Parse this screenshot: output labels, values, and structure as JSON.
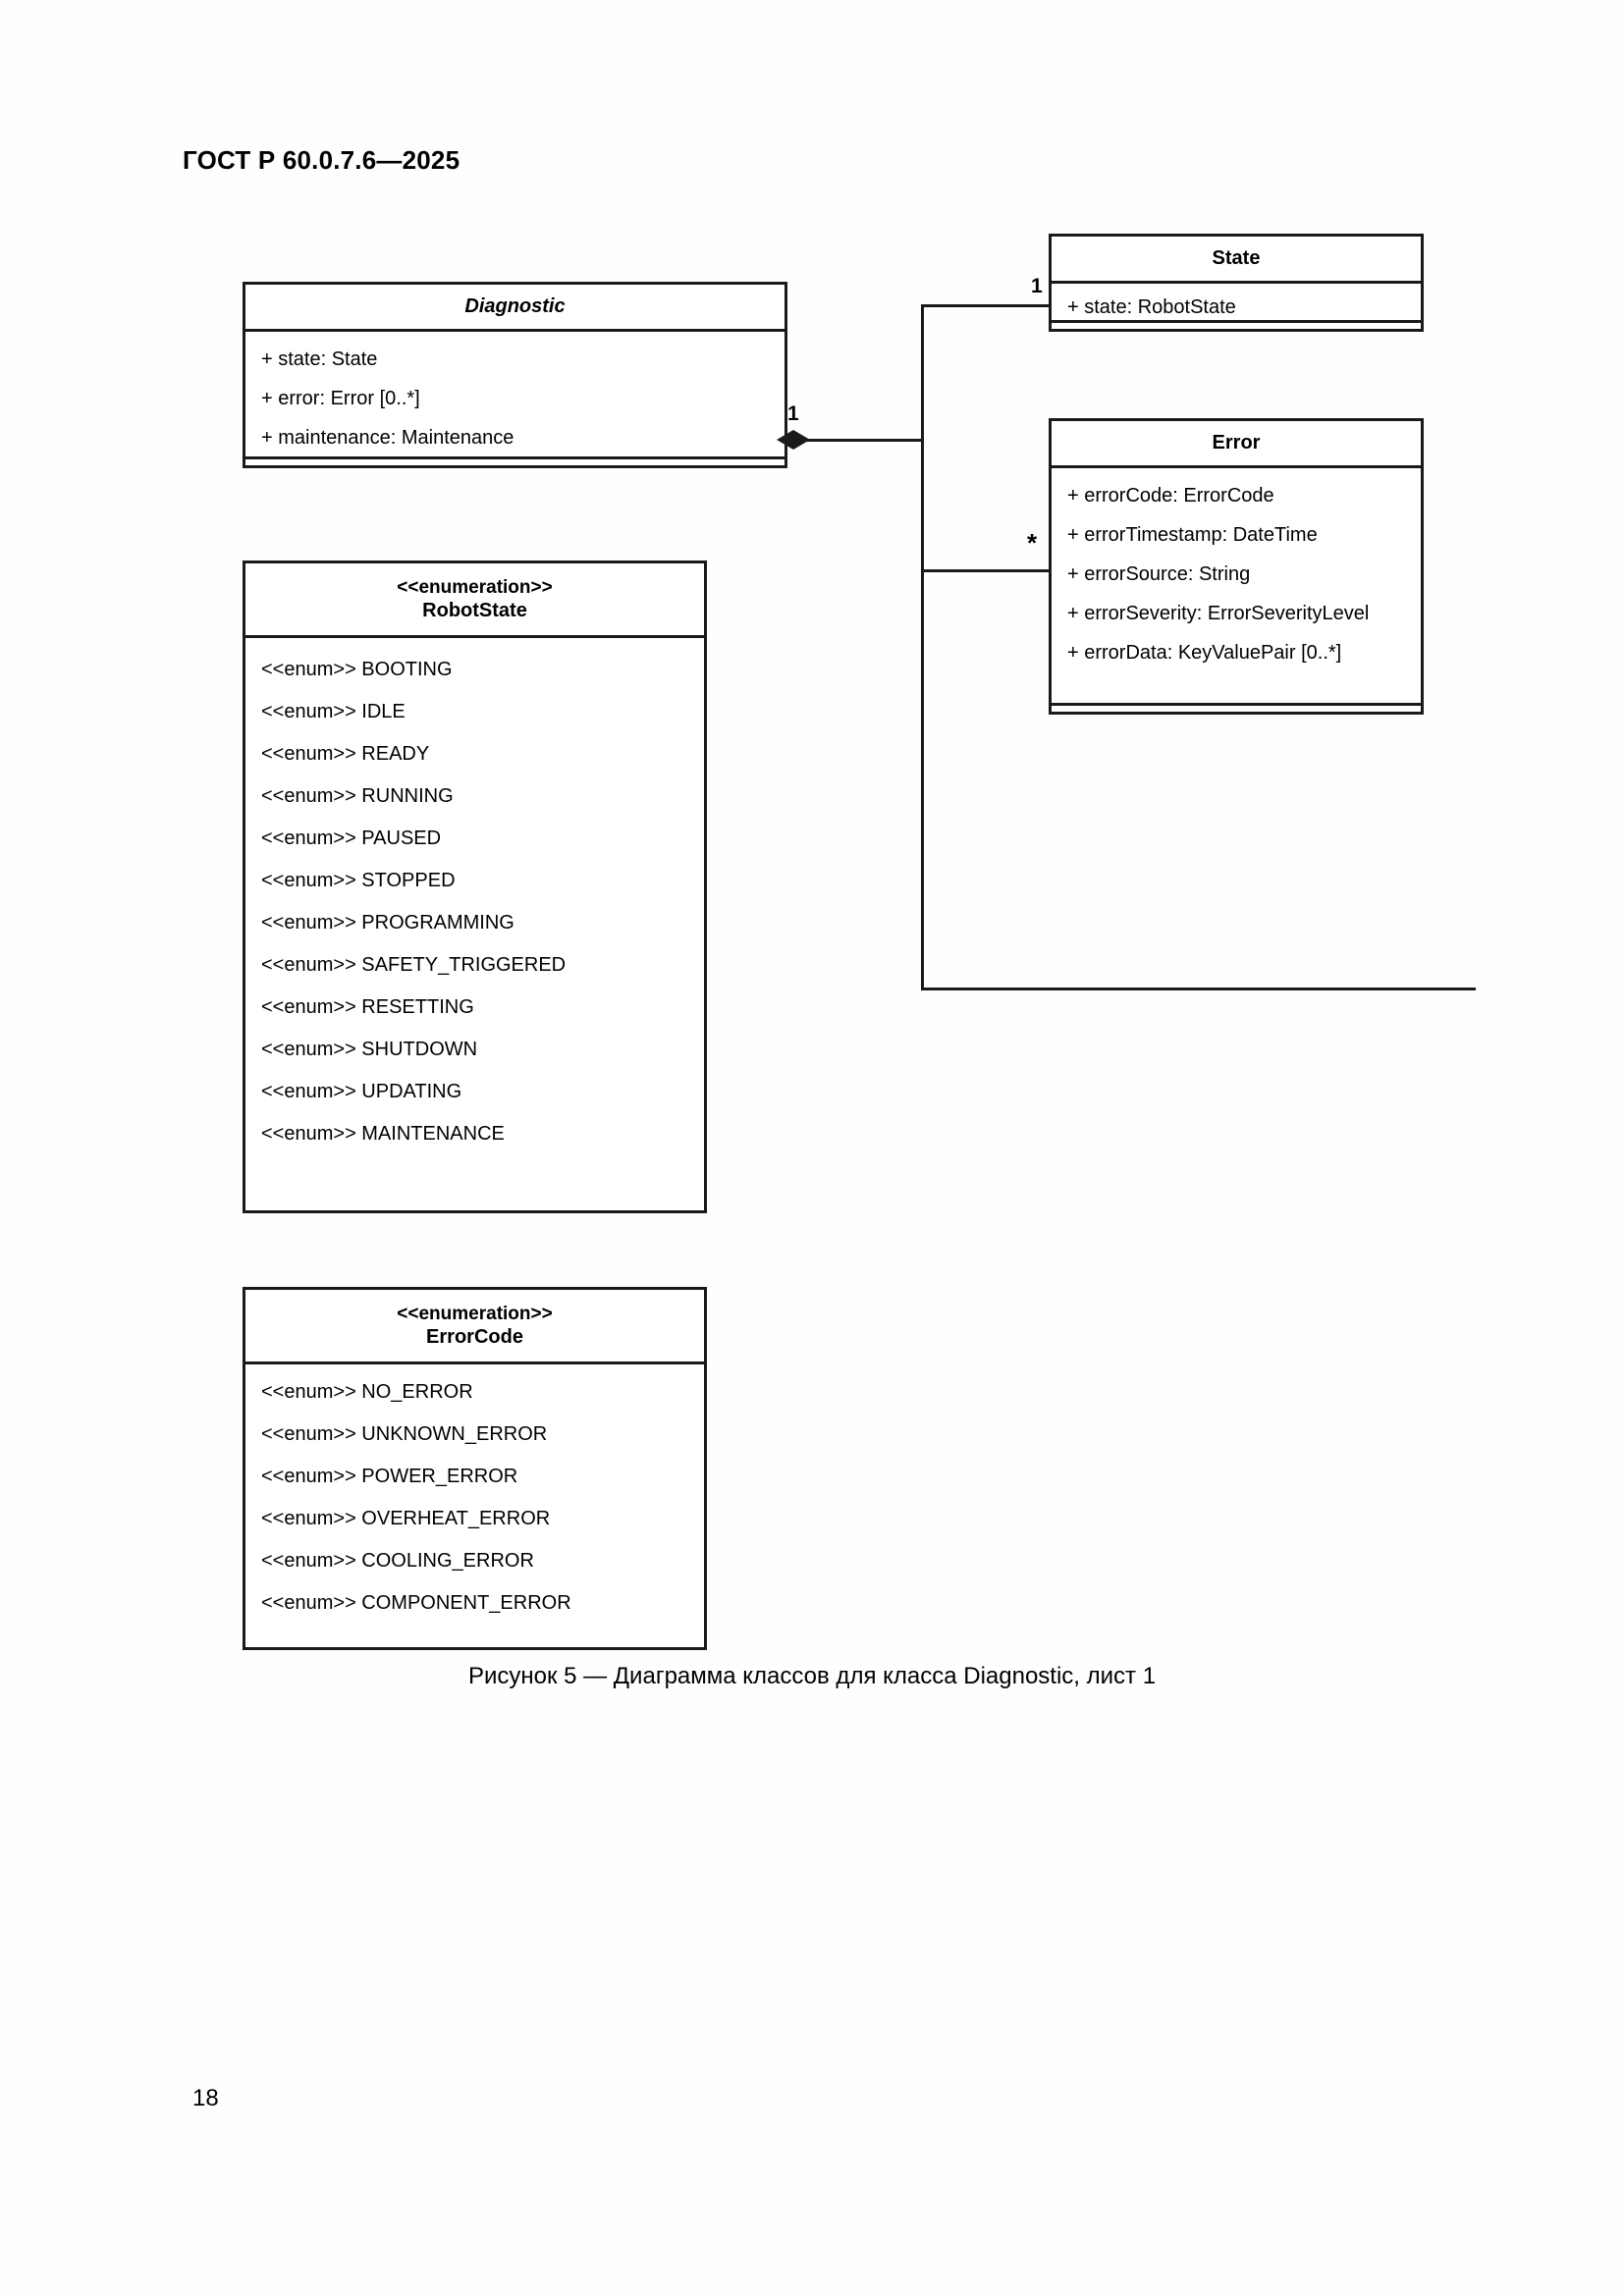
{
  "document": {
    "header": "ГОСТ Р 60.0.7.6—2025",
    "page_number": "18",
    "figure_caption": "Рисунок 5 — Диаграмма классов для класса Diagnostic, лист 1"
  },
  "colors": {
    "ink": "#1a1a1a",
    "paper": "#ffffff"
  },
  "classes": {
    "diagnostic": {
      "name": "Diagnostic",
      "attributes": [
        "+ state: State",
        "+ error: Error [0..*]",
        "+ maintenance: Maintenance"
      ]
    },
    "state": {
      "name": "State",
      "attributes": [
        "+ state: RobotState"
      ]
    },
    "error": {
      "name": "Error",
      "attributes": [
        "+ errorCode: ErrorCode",
        "+ errorTimestamp: DateTime",
        "+ errorSource: String",
        "+ errorSeverity: ErrorSeverityLevel",
        "+ errorData: KeyValuePair [0..*]"
      ]
    }
  },
  "enumerations": {
    "robot_state": {
      "stereotype": "<<enumeration>>",
      "name": "RobotState",
      "literals": [
        "<<enum>> BOOTING",
        "<<enum>> IDLE",
        "<<enum>> READY",
        "<<enum>> RUNNING",
        "<<enum>> PAUSED",
        "<<enum>> STOPPED",
        "<<enum>> PROGRAMMING",
        "<<enum>> SAFETY_TRIGGERED",
        "<<enum>> RESETTING",
        "<<enum>> SHUTDOWN",
        "<<enum>> UPDATING",
        "<<enum>> MAINTENANCE"
      ]
    },
    "error_code": {
      "stereotype": "<<enumeration>>",
      "name": "ErrorCode",
      "literals": [
        "<<enum>> NO_ERROR",
        "<<enum>> UNKNOWN_ERROR",
        "<<enum>> POWER_ERROR",
        "<<enum>> OVERHEAT_ERROR",
        "<<enum>> COOLING_ERROR",
        "<<enum>> COMPONENT_ERROR"
      ]
    }
  },
  "associations": {
    "diagnostic_source": "1",
    "state_end": "1",
    "error_end": "*"
  }
}
